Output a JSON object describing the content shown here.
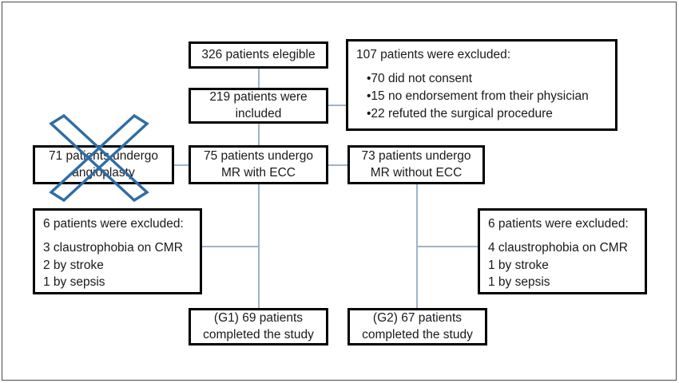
{
  "diagram": {
    "title": "Patient enrollment flow diagram",
    "type": "flowchart",
    "colors": {
      "box_border": "#000000",
      "connector": "#9fb3c6",
      "strikeout_x": "#2e6da4",
      "frame": "#4a4a4a",
      "text": "#1a1a1a",
      "background": "#ffffff"
    },
    "nodes": {
      "eligible": {
        "text": "326 patients elegible"
      },
      "included": {
        "line1": "219 patients were",
        "line2": "included"
      },
      "excluded_top": {
        "title": "107 patients were excluded:",
        "items": [
          "•70 did not consent",
          "•15 no endorsement from their physician",
          "•22 refuted the surgical procedure"
        ]
      },
      "angioplasty": {
        "line1": "71 patients undergo",
        "line2": "angioplasty",
        "struck_out": true
      },
      "mr_with_ecc": {
        "line1": "75 patients undergo",
        "line2": "MR with ECC"
      },
      "mr_without_ecc": {
        "line1": "73 patients undergo",
        "line2": "MR without ECC"
      },
      "excluded_left": {
        "title": "6 patients were excluded:",
        "items": [
          "3 claustrophobia on CMR",
          "2 by stroke",
          "1 by sepsis"
        ]
      },
      "excluded_right": {
        "title": "6 patients were excluded:",
        "items": [
          "4 claustrophobia on CMR",
          "1 by stroke",
          "1 by sepsis"
        ]
      },
      "completed_g1": {
        "line1": "(G1) 69 patients",
        "line2": "completed the study"
      },
      "completed_g2": {
        "line1": "(G2) 67 patients",
        "line2": "completed the study"
      }
    }
  }
}
